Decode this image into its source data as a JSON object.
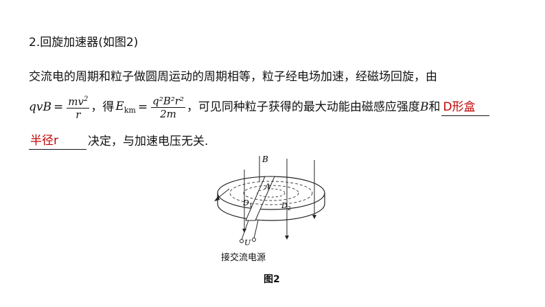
{
  "heading": "2.回旋加速器(如图2)",
  "line1": "交流电的周期和粒子做圆周运动的周期相等，粒子经电场加速，经磁场回旋，由",
  "formula": {
    "lhs": "qvB",
    "eq": "=",
    "frac1_num": "mv",
    "frac1_num_sup": "2",
    "frac1_den": "r",
    "comma": "，得",
    "ek_symbol": "E",
    "ek_sub": "km",
    "frac2_num": "q²B²r²",
    "frac2_den": "2m",
    "after_formula": "，可见同种粒子获得的最大动能由磁感应强度",
    "b_symbol": "B",
    "and_word": "和"
  },
  "blank1_answer": "D形盒",
  "blank2_answer": "半径r",
  "line3_rest": "决定，与加速电压无关.",
  "diagram": {
    "label_B": "B",
    "label_A": "A",
    "label_D1": "D",
    "label_D1_sub": "1",
    "label_D2": "D",
    "label_D2_sub": "2",
    "label_U": "U"
  },
  "figure_caption": "接交流电源",
  "figure_title": "图2"
}
